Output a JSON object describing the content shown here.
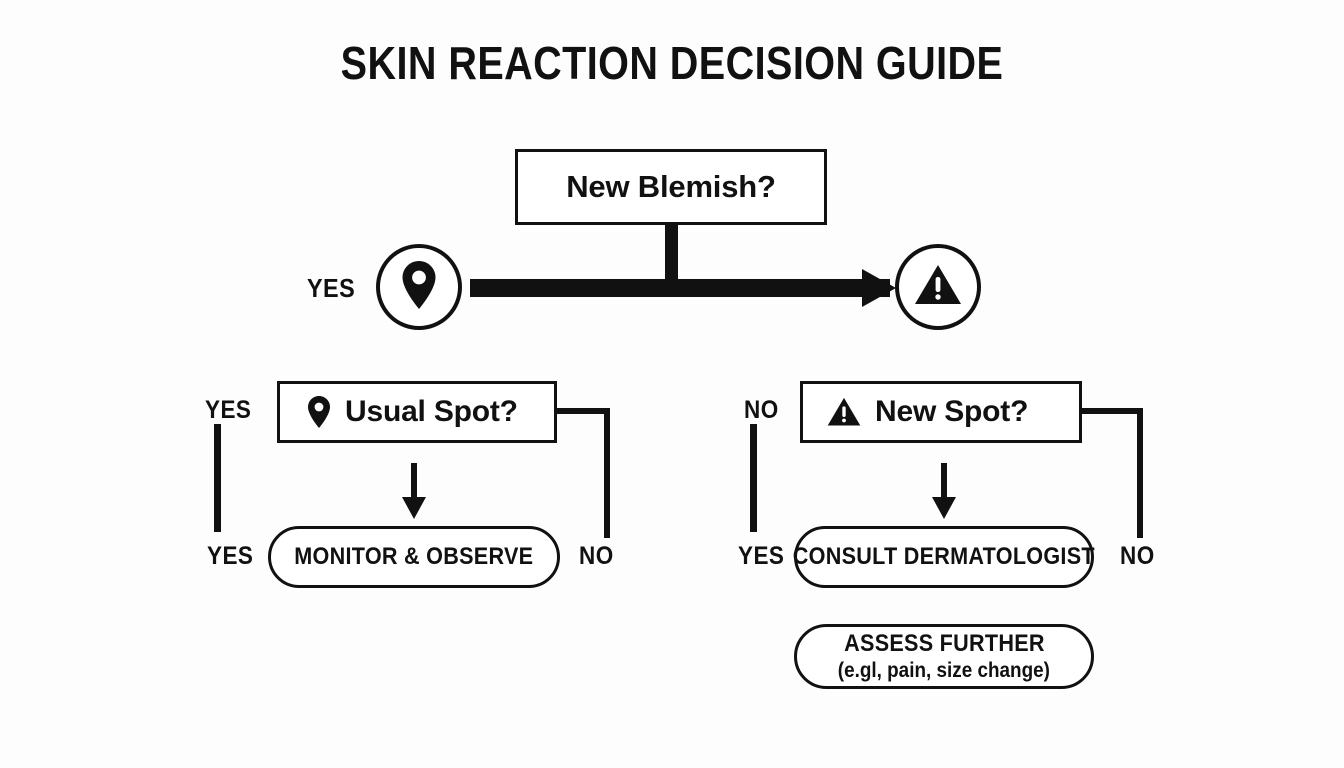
{
  "page": {
    "title": "SKIN REACTION DECISION GUIDE",
    "background_color": "#fdfdfd",
    "ink_color": "#111111"
  },
  "nodes": {
    "root": {
      "label": "New Blemish?",
      "shape": "rectangle"
    },
    "circle_pin": {
      "icon": "location-pin-icon",
      "shape": "circle"
    },
    "circle_warning": {
      "icon": "warning-triangle-icon",
      "shape": "circle"
    },
    "usual_spot": {
      "label": "Usual Spot?",
      "icon": "location-pin-icon",
      "shape": "rectangle"
    },
    "new_spot": {
      "label": "New Spot?",
      "icon": "warning-triangle-icon",
      "shape": "rectangle"
    },
    "monitor": {
      "label": "MONITOR & OBSERVE",
      "shape": "pill"
    },
    "consult": {
      "label": "CONSULT DERMATOLOGIST",
      "shape": "pill"
    },
    "assess": {
      "label": "ASSESS FURTHER",
      "sublabel": "(e.gl, pain, size change)",
      "shape": "pill"
    }
  },
  "branch_labels": {
    "yes_top": "YES",
    "yes_left_upper": "YES",
    "yes_left_lower": "YES",
    "no_left_lower": "NO",
    "no_right_upper": "NO",
    "yes_right_lower": "YES",
    "no_right_lower": "NO"
  }
}
